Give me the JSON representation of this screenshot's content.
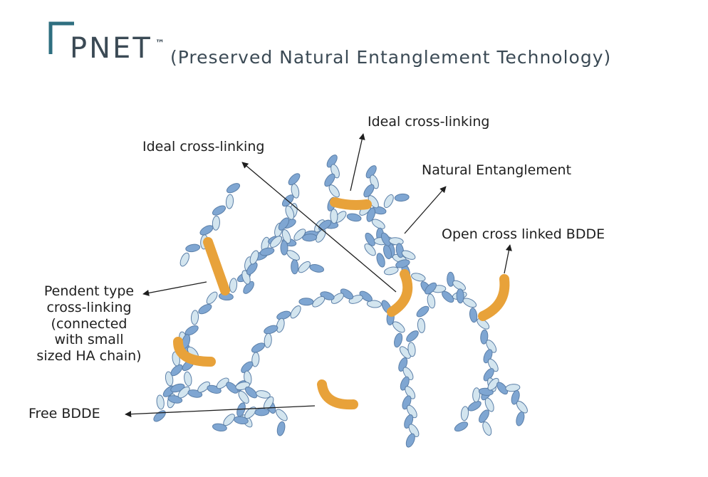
{
  "brand": {
    "name": "PNET",
    "trademark": "™",
    "subtitle": "(Preserved Natural Entanglement Technology)"
  },
  "labels": {
    "ideal_top": "Ideal cross-linking",
    "ideal_left": "Ideal cross-linking",
    "natural": "Natural Entanglement",
    "open": "Open cross linked BDDE",
    "pendent": [
      "Pendent type",
      "cross-linking",
      "(connected",
      "with small",
      "sized HA chain)"
    ],
    "free": "Free BDDE"
  },
  "colors": {
    "bead_dark": "#7fa6d2",
    "bead_light": "#d3e5ef",
    "bead_stroke": "#5b7fa8",
    "crosslinker": "#e8a23a",
    "arrow": "#1e1e1e",
    "brand": "#3b4a55",
    "brand_mark": "#2f6f80"
  }
}
